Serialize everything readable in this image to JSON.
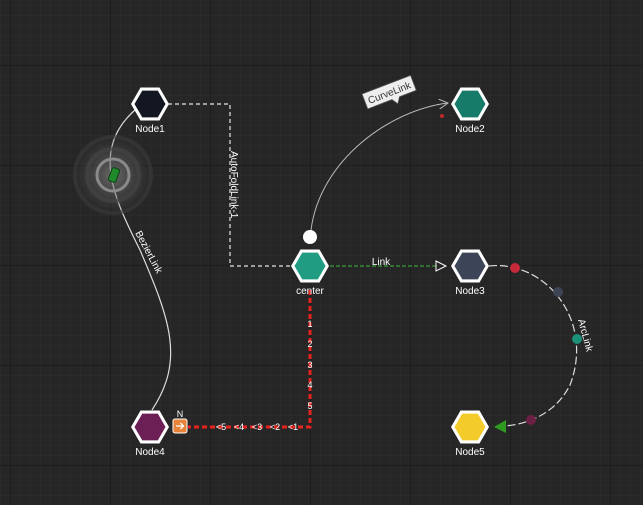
{
  "colors": {
    "background": "#262626",
    "node_stroke": "#ffffff",
    "node1": "#131722",
    "node2": "#167b68",
    "node3": "#3c4457",
    "node4": "#6b1f55",
    "node5": "#f3cc2c",
    "center": "#1f9c82",
    "highlight_edge": "#e8231e",
    "link_edge": "#3a8a3a",
    "marker_orange": "#e8833a"
  },
  "nodes": {
    "node1": "Node1",
    "node2": "Node2",
    "node3": "Node3",
    "node4": "Node4",
    "node5": "Node5",
    "center": "center"
  },
  "edges": {
    "curve_link": "CurveLink",
    "auto_fold_link": "AutoFoldLink-1",
    "bezier_link": "BezierLink",
    "link": "Link",
    "arc_link": "ArcLink"
  },
  "sequence": {
    "vertical": [
      "1",
      "2",
      "3",
      "4",
      "5"
    ],
    "horizontal": [
      "<5",
      "<4",
      "<3",
      "<2",
      "<1"
    ]
  },
  "badge": {
    "letter": "N",
    "icon": "arrow-right-icon"
  }
}
